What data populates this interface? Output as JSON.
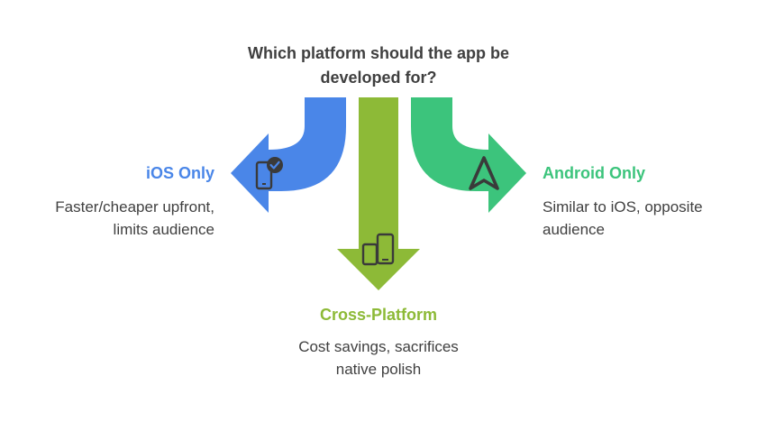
{
  "question": {
    "line1": "Which platform should the app be",
    "line2": "developed for?"
  },
  "options": [
    {
      "id": "ios",
      "title": "iOS Only",
      "desc_line1": "Faster/cheaper upfront,",
      "desc_line2": "limits audience",
      "color": "#4a86e8",
      "icon": "phone-check-icon"
    },
    {
      "id": "cross",
      "title": "Cross-Platform",
      "desc_line1": "Cost savings, sacrifices",
      "desc_line2": "native polish",
      "color": "#8dba37",
      "icon": "devices-icon"
    },
    {
      "id": "android",
      "title": "Android Only",
      "desc_line1": "Similar to iOS, opposite",
      "desc_line2": "audience",
      "color": "#3cc47c",
      "icon": "android-navigation-icon"
    }
  ],
  "colors": {
    "question_text": "#3f3f3f",
    "body_text": "#404040",
    "icon_dark": "#3a3a3a"
  }
}
